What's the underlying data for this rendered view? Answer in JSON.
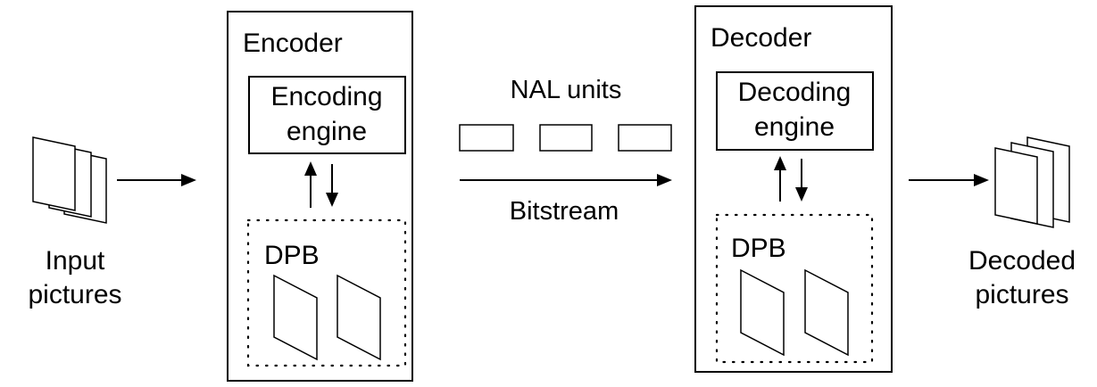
{
  "input": {
    "line1": "Input",
    "line2": "pictures"
  },
  "encoder": {
    "title": "Encoder",
    "engine_line1": "Encoding",
    "engine_line2": "engine",
    "dpb": "DPB"
  },
  "channel": {
    "nal_units": "NAL units",
    "bitstream": "Bitstream"
  },
  "decoder": {
    "title": "Decoder",
    "engine_line1": "Decoding",
    "engine_line2": "engine",
    "dpb": "DPB"
  },
  "output": {
    "line1": "Decoded",
    "line2": "pictures"
  }
}
